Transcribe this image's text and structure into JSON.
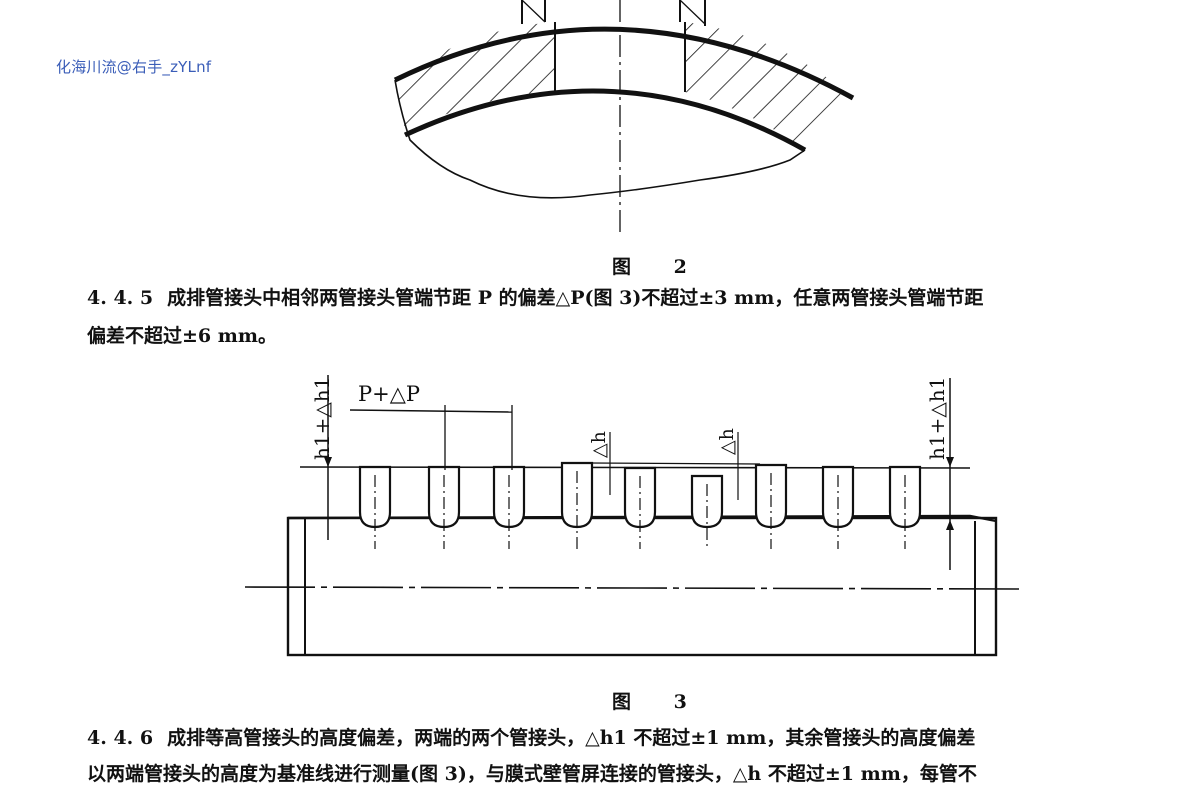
{
  "watermark": "化海川流@右手_zYLnf",
  "figure2": {
    "caption": "图 2"
  },
  "clause_445": {
    "number": "4. 4. 5",
    "line1": "成排管接头中相邻两管接头管端节距 P 的偏差△P(图 3)不超过±3 mm，任意两管接头管端节距",
    "line2": "偏差不超过±6 mm。"
  },
  "figure3": {
    "caption": "图 3",
    "labels": {
      "pitch": "P+△P",
      "left_height": "h1+△h1",
      "right_height": "h1+△h1",
      "delta_h_a": "△h",
      "delta_h_b": "△h"
    }
  },
  "clause_446": {
    "number": "4. 4. 6",
    "line1": "成排等高管接头的高度偏差，两端的两个管接头，△h1 不超过±1 mm，其余管接头的高度偏差",
    "line2": "以两端管接头的高度为基准线进行测量(图 3)，与膜式壁管屏连接的管接头，△h 不超过±1 mm，每管不"
  }
}
